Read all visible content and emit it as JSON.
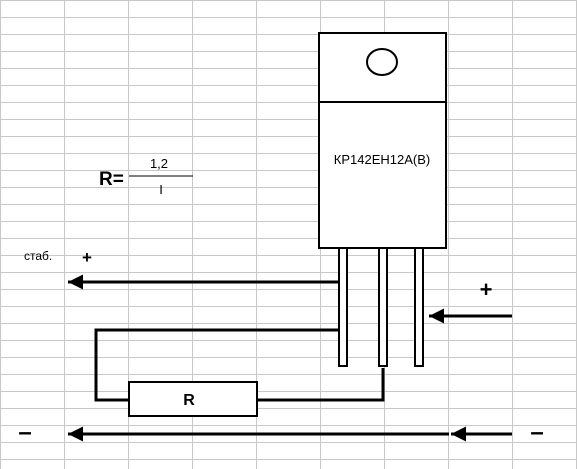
{
  "diagram": {
    "formula": {
      "lhs": "R=",
      "numerator": "1,2",
      "denominator": "I"
    },
    "component": {
      "label": "КР142ЕН12А(В)"
    },
    "output": {
      "label": "стаб.",
      "sign": "+"
    },
    "input": {
      "sign": "+"
    },
    "resistor": {
      "label": "R"
    },
    "ground": {
      "left_sign": "–",
      "right_sign": "–"
    }
  }
}
